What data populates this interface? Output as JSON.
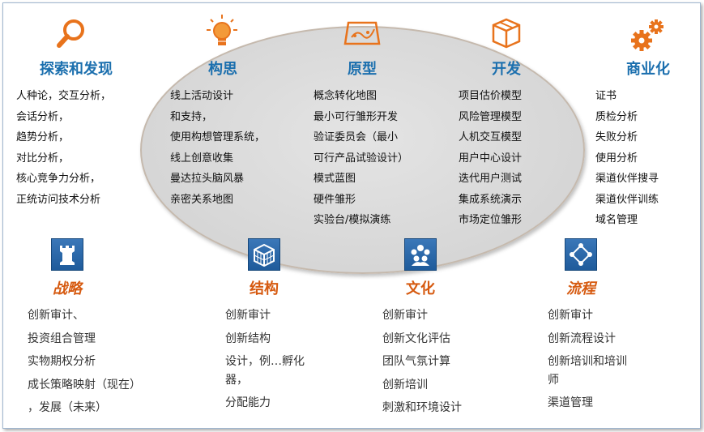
{
  "top_columns": [
    {
      "title": "探索和发现",
      "icon": "magnifier-icon",
      "items": [
        "人种论，交互分析，",
        "会话分析，",
        "趋势分析，",
        "对比分析，",
        "核心竞争力分析，",
        "正统访问技术分析"
      ]
    },
    {
      "title": "构思",
      "icon": "lightbulb-icon",
      "items": [
        "线上活动设计",
        "和支持，",
        "使用构想管理系统，",
        "线上创意收集",
        "曼达拉头脑风暴",
        "亲密关系地图"
      ]
    },
    {
      "title": "原型",
      "icon": "prototype-sketch-icon",
      "items": [
        "概念转化地图",
        "最小可行雏形开发",
        "验证委员会（最小",
        "可行产品试验设计）",
        "模式蓝图",
        "硬件雏形",
        "实验台/模拟演练"
      ]
    },
    {
      "title": "开发",
      "icon": "box-icon",
      "items": [
        "项目估价模型",
        "风险管理模型",
        "人机交互模型",
        "用户中心设计",
        "迭代用户测试",
        "集成系统演示",
        "市场定位雏形"
      ]
    },
    {
      "title": "商业化",
      "icon": "gears-icon",
      "items": [
        "证书",
        "质检分析",
        "失败分析",
        "使用分析",
        "渠道伙伴搜寻",
        "渠道伙伴训练",
        "域名管理"
      ]
    }
  ],
  "bottom_columns": [
    {
      "title": "战略",
      "icon": "chess-rook-icon",
      "items": [
        "创新审计、",
        "投资组合管理",
        "实物期权分析",
        "成长策略映射（现在）",
        "，发展（未来）"
      ]
    },
    {
      "title": "结构",
      "icon": "cube-grid-icon",
      "items": [
        "创新审计",
        "创新结构",
        "设计，例…孵化",
        "器，",
        "分配能力"
      ]
    },
    {
      "title": "文化",
      "icon": "people-group-icon",
      "items": [
        "创新审计",
        "创新文化评估",
        "团队气氛计算",
        "创新培训",
        "刺激和环境设计"
      ]
    },
    {
      "title": "流程",
      "icon": "process-cycle-icon",
      "items": [
        "创新审计",
        "创新流程设计",
        "创新培训和培训",
        "师",
        "渠道管理"
      ]
    }
  ],
  "colors": {
    "title_blue": "#1b6fae",
    "title_orange": "#d65a10",
    "icon_orange": "#e8731c",
    "icon_blue": "#1f5b9b"
  }
}
